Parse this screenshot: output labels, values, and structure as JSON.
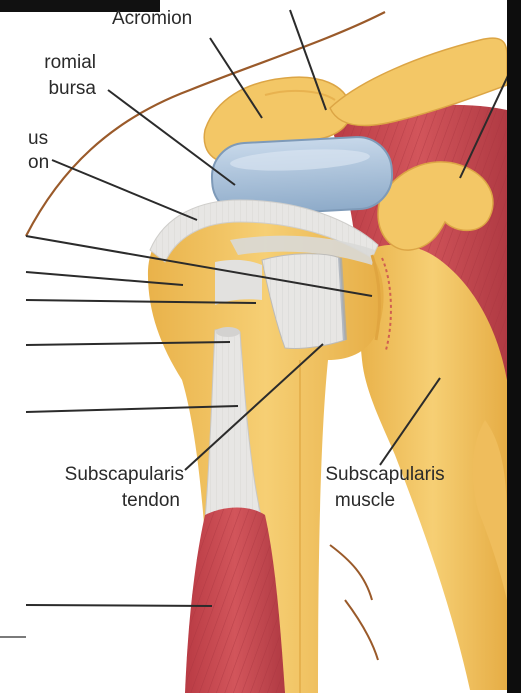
{
  "diagram": {
    "labels": {
      "acromion": "Acromion",
      "bursa_line1": "romial",
      "bursa_line2": "bursa",
      "supraspinatus_line1": "us",
      "supraspinatus_line2": "on",
      "subscapularis_tendon_line1": "Subscapularis",
      "subscapularis_tendon_line2": "tendon",
      "subscapularis_muscle_line1": "Subscapularis",
      "subscapularis_muscle_line2": "muscle"
    },
    "colors": {
      "bone": "#f3c766",
      "bone_shadow": "#e4aa3e",
      "bursa": "#a8c2dc",
      "tendon": "#e7e6e4",
      "muscle": "#c8474e",
      "muscle_dark": "#a93640",
      "skin_outline": "#9a5a2a",
      "leader_line": "#2b2b2b"
    }
  }
}
